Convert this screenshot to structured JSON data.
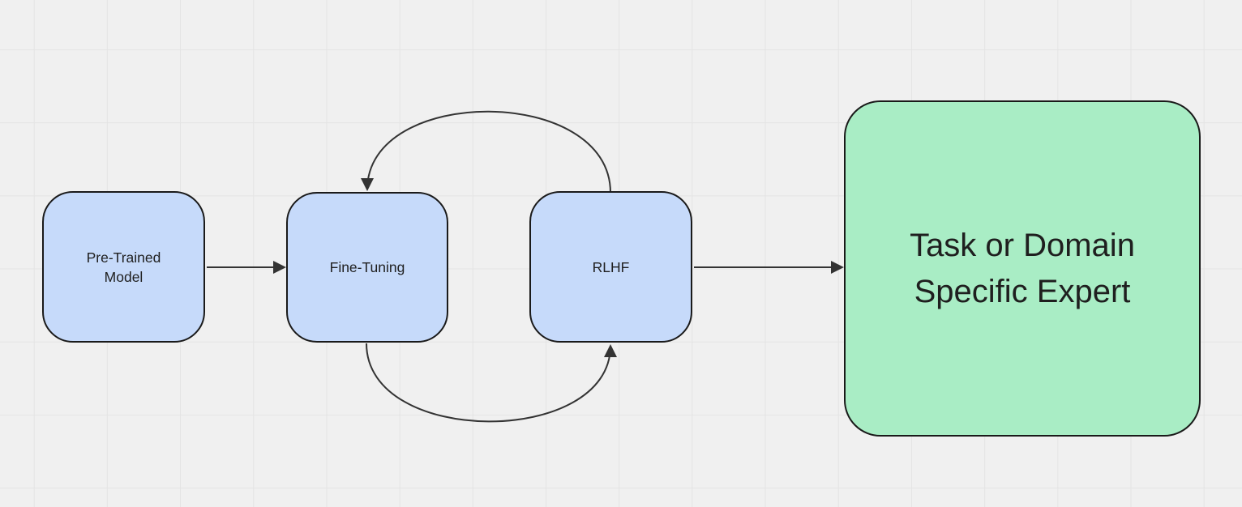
{
  "diagram": {
    "type": "flowchart",
    "nodes": {
      "pretrained": {
        "label": "Pre-Trained Model",
        "shape": "rounded-rect",
        "fill": "#c6dafa"
      },
      "finetuning": {
        "label": "Fine-Tuning",
        "shape": "rounded-rect",
        "fill": "#c6dafa"
      },
      "rlhf": {
        "label": "RLHF",
        "shape": "rounded-rect",
        "fill": "#c6dafa"
      },
      "expert": {
        "label": "Task or Domain Specific Expert",
        "shape": "rounded-rect",
        "fill": "#a9edc5"
      }
    },
    "edges": [
      {
        "from": "pretrained",
        "to": "finetuning",
        "style": "straight-arrow"
      },
      {
        "from": "rlhf",
        "to": "expert",
        "style": "straight-arrow"
      },
      {
        "from": "rlhf",
        "to": "finetuning",
        "style": "curved-arrow-over-top"
      },
      {
        "from": "finetuning",
        "to": "rlhf",
        "style": "curved-arrow-under-bottom"
      }
    ]
  },
  "colors": {
    "canvas_bg": "#f0f0f0",
    "grid_line": "#e4e4e4",
    "node_blue": "#c6dafa",
    "node_green": "#a9edc5",
    "stroke": "#1a1a1a",
    "arrow": "#333333",
    "text": "#1f1f1f"
  }
}
